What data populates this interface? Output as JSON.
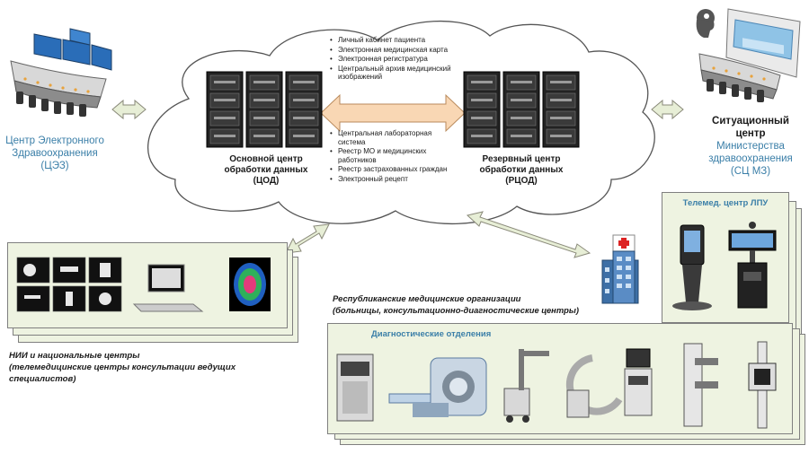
{
  "left_center": {
    "label_line1": "Центр Электронного",
    "label_line2": "Здравоохранения",
    "label_line3": "(ЦЭЗ)"
  },
  "right_center": {
    "title_line1": "Ситуационный",
    "title_line2": "центр",
    "subtitle_line1": "Министерства",
    "subtitle_line2": "здравоохранения",
    "subtitle_line3": "(СЦ МЗ)"
  },
  "main_dc": {
    "line1": "Основной центр",
    "line2": "обработки данных",
    "line3": "(ЦОД)"
  },
  "backup_dc": {
    "line1": "Резервный центр",
    "line2": "обработки данных",
    "line3": "(РЦОД)"
  },
  "services_top": [
    "Личный кабинет пациента",
    "Электронная медицинская карта",
    "Электронная регистратура",
    "Центральный архив медицинский изображений"
  ],
  "services_bottom": [
    "Центральная лабораторная система",
    "Реестр МО и медицинских работников",
    "Реестр застрахованных граждан",
    "Электронный рецепт"
  ],
  "research": {
    "line1": "НИИ и национальные центры",
    "line2": "(телемедицинские центры консультации ведущих",
    "line3": "специалистов)"
  },
  "republic_orgs": {
    "line1": "Республиканские медицинские организации",
    "line2": "(больницы, консультационно-диагностические центры)"
  },
  "telemed_title": "Телемед. центр ЛПУ",
  "diagnostics_title": "Диагностические отделения",
  "colors": {
    "label_blue": "#3b7fa8",
    "panel_fill": "#eef3e1",
    "arrow_fill": "#e7eed6",
    "center_arrow": "#f9d7b4"
  }
}
